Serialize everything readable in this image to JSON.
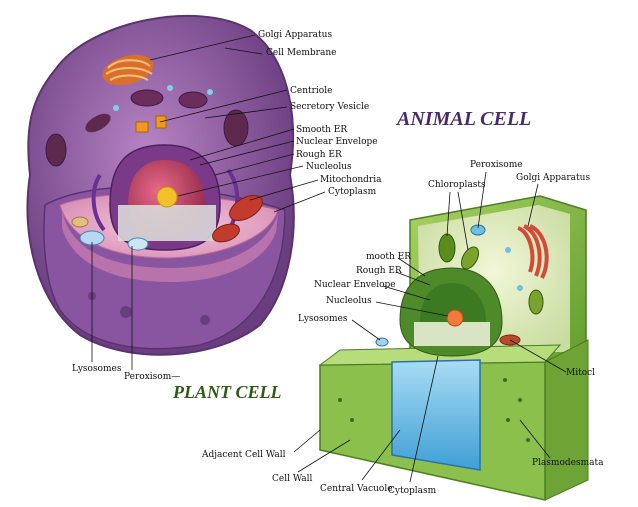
{
  "animal": {
    "title": "ANIMAL CELL",
    "labels": {
      "golgi": "Golgi Apparatus",
      "membrane": "Cell Membrane",
      "centriole": "Centriole",
      "vesicle": "Secretory Vesicle",
      "smooth_er": "Smooth ER",
      "nuclear_envelope": "Nuclear Envelope",
      "rough_er": "Rough ER",
      "nucleolus": "Nucleolus",
      "mitochondria": "Mitochondria",
      "cytoplasm": "Cytoplasm",
      "lysosomes": "Lysosomes",
      "peroxisome": "Peroxisom—"
    }
  },
  "plant": {
    "title": "PLANT CELL",
    "labels": {
      "peroxisome": "Peroxisome",
      "chloroplasts": "Chloroplasts",
      "golgi": "Golgi Apparatus",
      "smooth_er": "mooth ER",
      "rough_er": "Rough ER",
      "nuclear_envelope": "Nuclear Envelope",
      "nucleolus": "Nucleolus",
      "lysosomes": "Lysosomes",
      "mitochondria": "Mitocl",
      "adjacent_wall": "Adjacent Cell Wall",
      "cell_wall": "Cell Wall",
      "central_vacuole": "Central Vacuole",
      "cytoplasm": "Cytoplasm",
      "plasmodesmata": "Plasmodesmata"
    }
  },
  "colors": {
    "animal_outer": "#7d4f92",
    "animal_inner": "#e2a6c4",
    "title_color": "#4a2a68",
    "plant_wall": "#8fc04a",
    "vacuole": "#5fb3e2"
  }
}
